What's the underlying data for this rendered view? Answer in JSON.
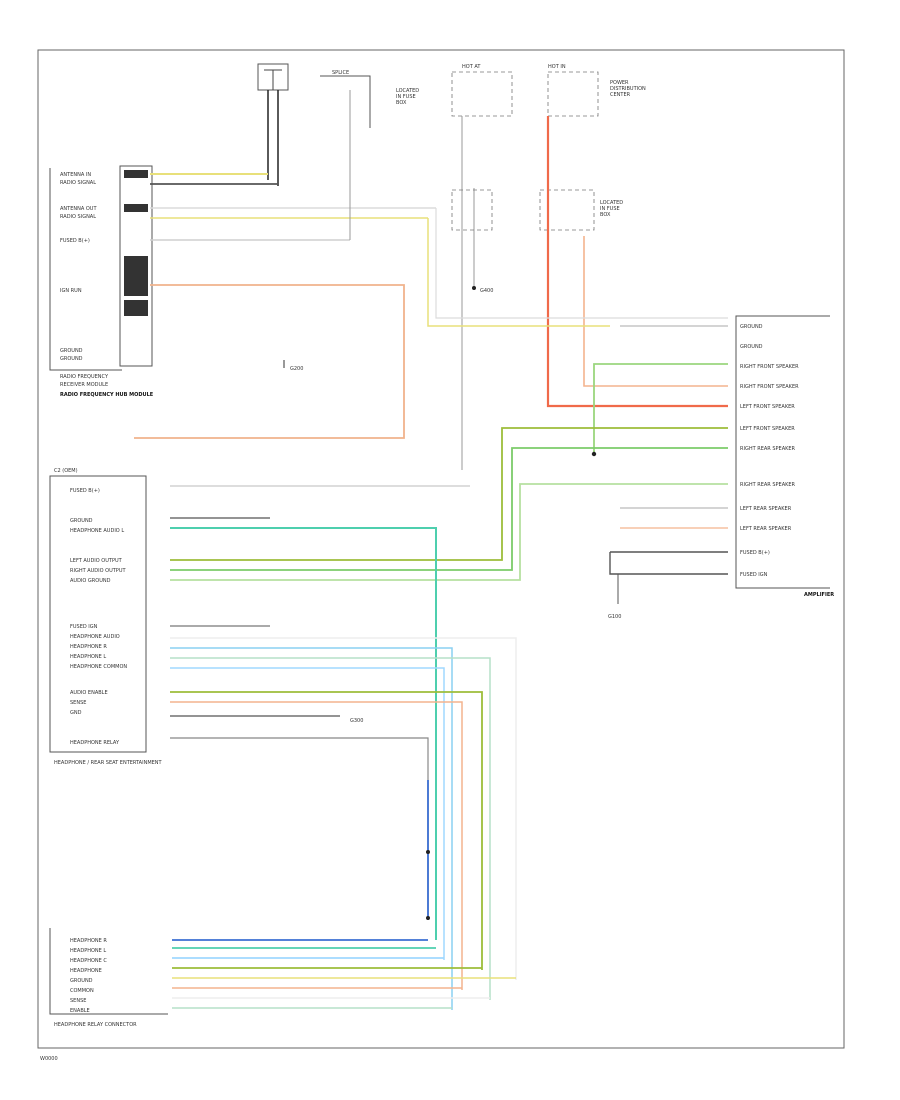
{
  "footer": {
    "code": "W0000"
  },
  "radio_amp": {
    "heading": "AMPLIFIER",
    "pins": [
      "GROUND",
      "GROUND",
      "RIGHT FRONT SPEAKER",
      "RIGHT FRONT SPEAKER",
      "LEFT FRONT SPEAKER",
      "LEFT FRONT SPEAKER",
      "RIGHT REAR SPEAKER",
      "RIGHT REAR SPEAKER",
      "LEFT REAR SPEAKER",
      "LEFT REAR SPEAKER",
      "FUSED B(+)",
      "FUSED IGN"
    ]
  },
  "module_text": {
    "top_left_module": "RADIO FREQUENCY HUB MODULE",
    "module_c2": "C2 (OEM)",
    "center_module": "HEADPHONE / REAR SEAT ENTERTAINMENT",
    "bottom_connector": "HEADPHONE RELAY CONNECTOR",
    "g1": "G100",
    "g2": "G200",
    "g3": "G300",
    "g4": "G400"
  }
}
